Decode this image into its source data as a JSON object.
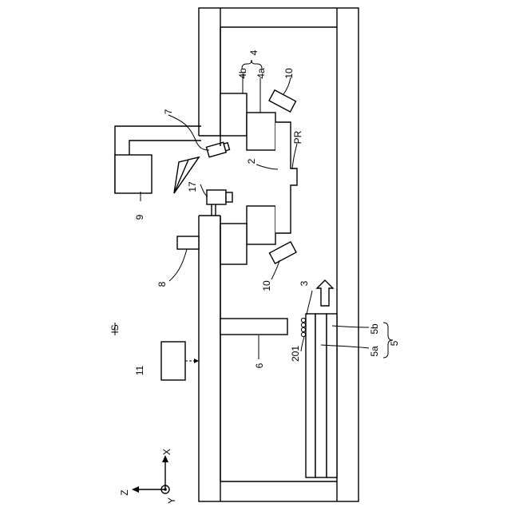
{
  "labels": {
    "l4": "4",
    "l4a": "4a",
    "l4b": "4b",
    "l10a": "10",
    "l10b": "10",
    "l7": "7",
    "lPR": "PR",
    "l2": "2",
    "l17": "17",
    "l9": "9",
    "l8": "8",
    "l3": "3",
    "lIS": "IS",
    "l11": "11",
    "l6": "6",
    "l201": "201",
    "l5a": "5a",
    "l5b": "5b",
    "l5": "5",
    "axX": "X",
    "axZ": "Z",
    "axY": "Y"
  }
}
